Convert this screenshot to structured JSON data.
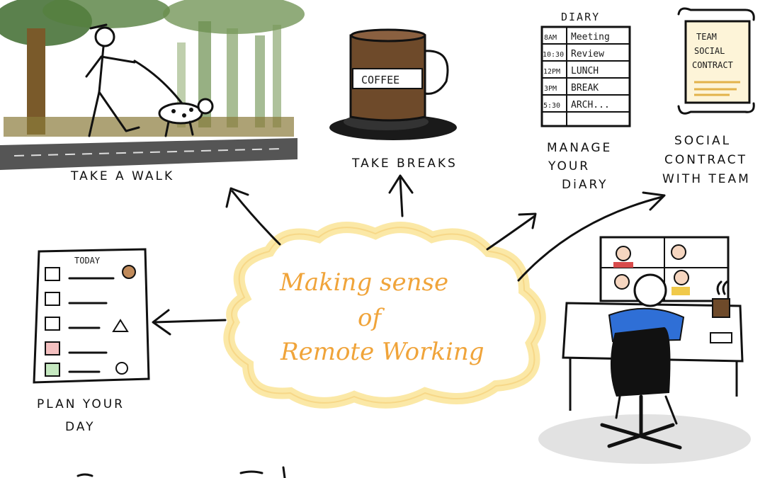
{
  "center": {
    "line1": "Making sense",
    "line2": "of",
    "line3": "Remote Working"
  },
  "nodes": {
    "walk": "TAKE A WALK",
    "breaks": "TAKE BREAKS",
    "coffee": "COFFEE",
    "diary": {
      "caption_1": "MANAGE",
      "caption_2": "YOUR",
      "caption_3": "DiARY",
      "title": "DIARY",
      "rows": [
        {
          "time": "8AM",
          "item": "Meeting"
        },
        {
          "time": "10:30",
          "item": "Review"
        },
        {
          "time": "12PM",
          "item": "LUNCH"
        },
        {
          "time": "3PM",
          "item": "BREAK"
        },
        {
          "time": "5:30",
          "item": "ARCH..."
        }
      ]
    },
    "contract": {
      "caption_1": "SOCIAL",
      "caption_2": "CONTRACT",
      "caption_3": "WITH TEAM",
      "scroll_1": "TEAM",
      "scroll_2": "SOCIAL",
      "scroll_3": "CONTRACT"
    },
    "plan": {
      "caption_1": "PLAN YOUR",
      "caption_2": "DAY",
      "list_title": "TODAY"
    }
  },
  "colors": {
    "title": "#f0a43a",
    "cloud_glow": "#fbe8a6",
    "foliage": "#6b8f4e",
    "mug": "#6e4a2a",
    "shirt": "#2f6fd6"
  }
}
